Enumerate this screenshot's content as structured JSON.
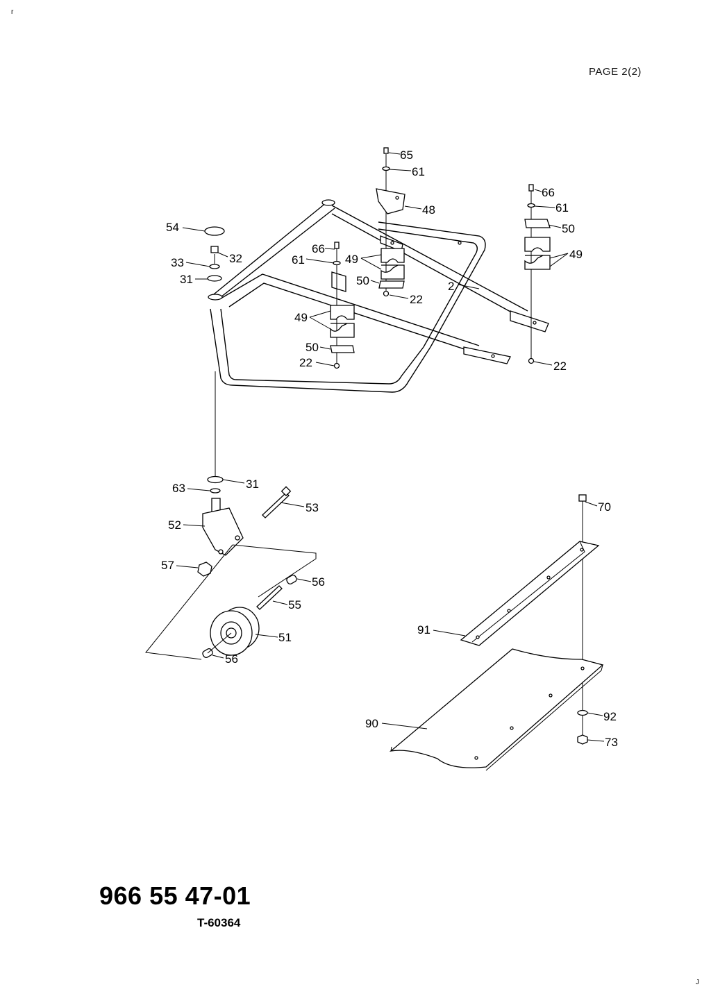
{
  "header": {
    "page_label": "PAGE  2(2)"
  },
  "footer": {
    "part_number": "966 55 47-01",
    "drawing_number": "T-60364"
  },
  "corner_marks": {
    "top_left": "r",
    "bottom_right": "J"
  },
  "callouts": [
    {
      "id": "c65",
      "text": "65"
    },
    {
      "id": "c61a",
      "text": "61"
    },
    {
      "id": "c66a",
      "text": "66"
    },
    {
      "id": "c61b",
      "text": "61"
    },
    {
      "id": "c48",
      "text": "48"
    },
    {
      "id": "c50a",
      "text": "50"
    },
    {
      "id": "c54",
      "text": "54"
    },
    {
      "id": "c32",
      "text": "32"
    },
    {
      "id": "c66b",
      "text": "66"
    },
    {
      "id": "c49a",
      "text": "49"
    },
    {
      "id": "c49b",
      "text": "49"
    },
    {
      "id": "c33",
      "text": "33"
    },
    {
      "id": "c61c",
      "text": "61"
    },
    {
      "id": "c31a",
      "text": "31"
    },
    {
      "id": "c50b",
      "text": "50"
    },
    {
      "id": "c2",
      "text": "2"
    },
    {
      "id": "c22a",
      "text": "22"
    },
    {
      "id": "c49c",
      "text": "49"
    },
    {
      "id": "c50c",
      "text": "50"
    },
    {
      "id": "c22b",
      "text": "22"
    },
    {
      "id": "c22c",
      "text": "22"
    },
    {
      "id": "c63",
      "text": "63"
    },
    {
      "id": "c31b",
      "text": "31"
    },
    {
      "id": "c53",
      "text": "53"
    },
    {
      "id": "c52",
      "text": "52"
    },
    {
      "id": "c70",
      "text": "70"
    },
    {
      "id": "c57",
      "text": "57"
    },
    {
      "id": "c56a",
      "text": "56"
    },
    {
      "id": "c55",
      "text": "55"
    },
    {
      "id": "c91",
      "text": "91"
    },
    {
      "id": "c51",
      "text": "51"
    },
    {
      "id": "c56b",
      "text": "56"
    },
    {
      "id": "c92",
      "text": "92"
    },
    {
      "id": "c90",
      "text": "90"
    },
    {
      "id": "c73",
      "text": "73"
    }
  ]
}
